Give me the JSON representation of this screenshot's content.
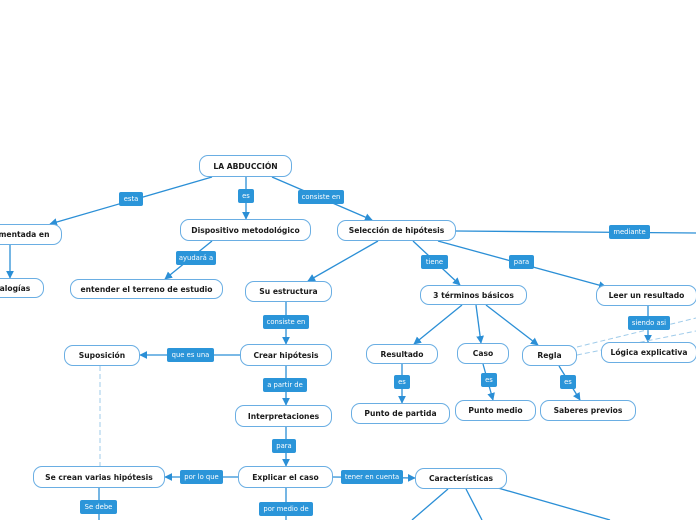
{
  "nodes": {
    "root": "LA ABDUCCIÓN",
    "fundamentada": "mentada en",
    "analogias": "alogías",
    "dispositivo": "Dispositivo metodológico",
    "entender": "entender el terreno de estudio",
    "seleccion": "Selección de hipótesis",
    "estructura": "Su estructura",
    "terminos": "3 términos básicos",
    "leer": "Leer un resultado",
    "suposicion": "Suposición",
    "crear": "Crear hipótesis",
    "resultado": "Resultado",
    "caso": "Caso",
    "regla": "Regla",
    "logica": "Lógica explicativa",
    "interpretaciones": "Interpretaciones",
    "partida": "Punto de partida",
    "medio": "Punto medio",
    "saberes": "Saberes previos",
    "varias": "Se crean varias hipótesis",
    "explicar": "Explicar el caso",
    "caracteristicas": "Características"
  },
  "links": {
    "esta": "esta",
    "es_root": "es",
    "consiste_en_root": "consiste en",
    "ayudara": "ayudará a",
    "mediante": "mediante",
    "tiene": "tiene",
    "para_sel": "para",
    "consiste_en_est": "consiste en",
    "siendo_asi": "siendo asi",
    "que_es_una": "que es una",
    "a_partir_de": "a partir de",
    "es_res": "es",
    "es_caso": "es",
    "es_regla": "es",
    "para_int": "para",
    "por_lo_que": "por lo que",
    "tener_en_cuenta": "tener en cuenta",
    "se_debe": "Se debe",
    "por_medio_de": "por medio de"
  },
  "colors": {
    "edge": "#2b8fd6",
    "label_bg": "#2b95d9",
    "node_border": "#6aaee3",
    "dashed": "#9fcbea"
  }
}
